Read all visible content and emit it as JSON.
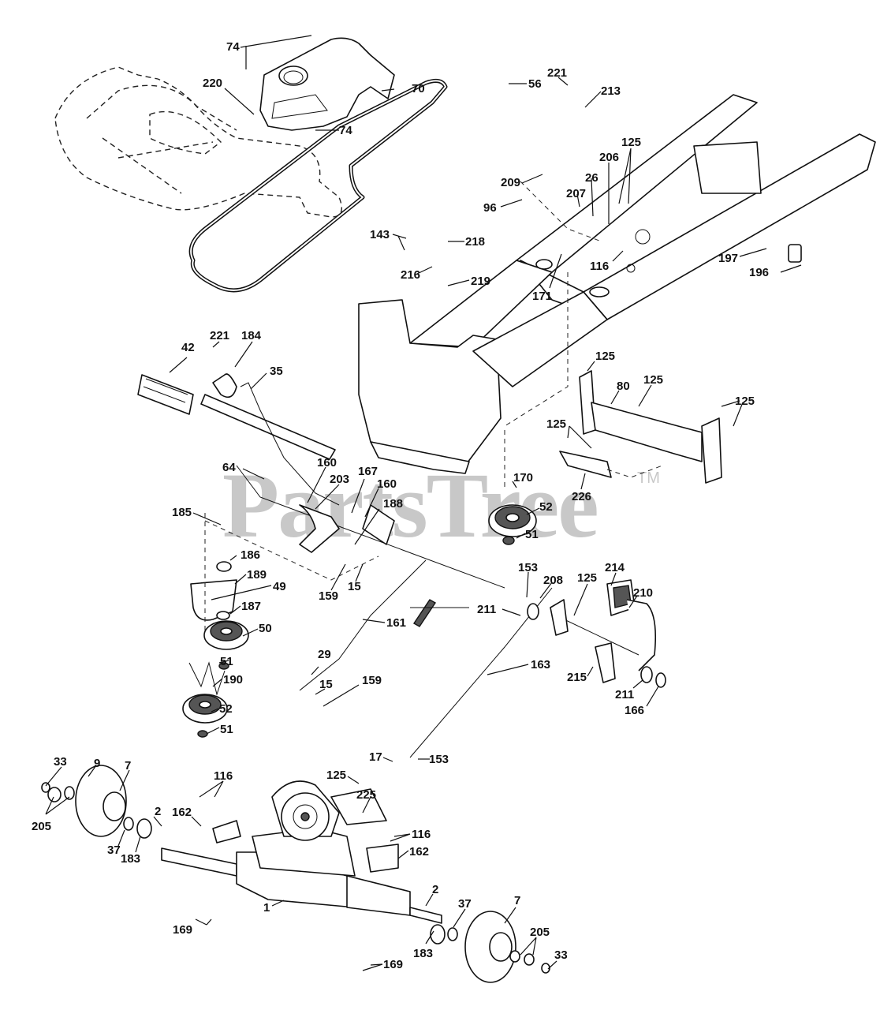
{
  "diagram": {
    "type": "exploded-parts-diagram",
    "subject": "riding lawn mower chassis, drive, and transaxle assembly",
    "watermark": {
      "text": "PartsTree",
      "trademark": "TM"
    },
    "callouts": [
      {
        "id": "c74a",
        "label": "74"
      },
      {
        "id": "c220",
        "label": "220"
      },
      {
        "id": "c70",
        "label": "70"
      },
      {
        "id": "c74b",
        "label": "74"
      },
      {
        "id": "c56",
        "label": "56"
      },
      {
        "id": "c221a",
        "label": "221"
      },
      {
        "id": "c213",
        "label": "213"
      },
      {
        "id": "c125a",
        "label": "125"
      },
      {
        "id": "c206",
        "label": "206"
      },
      {
        "id": "c26",
        "label": "26"
      },
      {
        "id": "c207",
        "label": "207"
      },
      {
        "id": "c209",
        "label": "209"
      },
      {
        "id": "c96",
        "label": "96"
      },
      {
        "id": "c143",
        "label": "143"
      },
      {
        "id": "c218",
        "label": "218"
      },
      {
        "id": "c216",
        "label": "216"
      },
      {
        "id": "c219",
        "label": "219"
      },
      {
        "id": "c171",
        "label": "171"
      },
      {
        "id": "c116a",
        "label": "116"
      },
      {
        "id": "c197",
        "label": "197"
      },
      {
        "id": "c196",
        "label": "196"
      },
      {
        "id": "c221b",
        "label": "221"
      },
      {
        "id": "c184",
        "label": "184"
      },
      {
        "id": "c42",
        "label": "42"
      },
      {
        "id": "c35",
        "label": "35"
      },
      {
        "id": "c125b",
        "label": "125"
      },
      {
        "id": "c80",
        "label": "80"
      },
      {
        "id": "c125c",
        "label": "125"
      },
      {
        "id": "c125d",
        "label": "125"
      },
      {
        "id": "c125e",
        "label": "125"
      },
      {
        "id": "c226",
        "label": "226"
      },
      {
        "id": "c170",
        "label": "170"
      },
      {
        "id": "c52a",
        "label": "52"
      },
      {
        "id": "c51a",
        "label": "51"
      },
      {
        "id": "c64",
        "label": "64"
      },
      {
        "id": "c160a",
        "label": "160"
      },
      {
        "id": "c203",
        "label": "203"
      },
      {
        "id": "c167",
        "label": "167"
      },
      {
        "id": "c160b",
        "label": "160"
      },
      {
        "id": "c188",
        "label": "188"
      },
      {
        "id": "c185",
        "label": "185"
      },
      {
        "id": "c186",
        "label": "186"
      },
      {
        "id": "c189",
        "label": "189"
      },
      {
        "id": "c49",
        "label": "49"
      },
      {
        "id": "c187",
        "label": "187"
      },
      {
        "id": "c50",
        "label": "50"
      },
      {
        "id": "c51b",
        "label": "51"
      },
      {
        "id": "c190",
        "label": "190"
      },
      {
        "id": "c52b",
        "label": "52"
      },
      {
        "id": "c51c",
        "label": "51"
      },
      {
        "id": "c159a",
        "label": "159"
      },
      {
        "id": "c15a",
        "label": "15"
      },
      {
        "id": "c161",
        "label": "161"
      },
      {
        "id": "c29",
        "label": "29"
      },
      {
        "id": "c15b",
        "label": "15"
      },
      {
        "id": "c159b",
        "label": "159"
      },
      {
        "id": "c153a",
        "label": "153"
      },
      {
        "id": "c208",
        "label": "208"
      },
      {
        "id": "c125f",
        "label": "125"
      },
      {
        "id": "c214",
        "label": "214"
      },
      {
        "id": "c210",
        "label": "210"
      },
      {
        "id": "c211a",
        "label": "211"
      },
      {
        "id": "c163",
        "label": "163"
      },
      {
        "id": "c215",
        "label": "215"
      },
      {
        "id": "c211b",
        "label": "211"
      },
      {
        "id": "c166",
        "label": "166"
      },
      {
        "id": "c17",
        "label": "17"
      },
      {
        "id": "c153b",
        "label": "153"
      },
      {
        "id": "c33a",
        "label": "33"
      },
      {
        "id": "c9",
        "label": "9"
      },
      {
        "id": "c7a",
        "label": "7"
      },
      {
        "id": "c205a",
        "label": "205"
      },
      {
        "id": "c2a",
        "label": "2"
      },
      {
        "id": "c37a",
        "label": "37"
      },
      {
        "id": "c183a",
        "label": "183"
      },
      {
        "id": "c116b",
        "label": "116"
      },
      {
        "id": "c162a",
        "label": "162"
      },
      {
        "id": "c125g",
        "label": "125"
      },
      {
        "id": "c225",
        "label": "225"
      },
      {
        "id": "c116c",
        "label": "116"
      },
      {
        "id": "c162b",
        "label": "162"
      },
      {
        "id": "c1",
        "label": "1"
      },
      {
        "id": "c169a",
        "label": "169"
      },
      {
        "id": "c2b",
        "label": "2"
      },
      {
        "id": "c37b",
        "label": "37"
      },
      {
        "id": "c183b",
        "label": "183"
      },
      {
        "id": "c7b",
        "label": "7"
      },
      {
        "id": "c205b",
        "label": "205"
      },
      {
        "id": "c33b",
        "label": "33"
      },
      {
        "id": "c169b",
        "label": "169"
      }
    ]
  }
}
